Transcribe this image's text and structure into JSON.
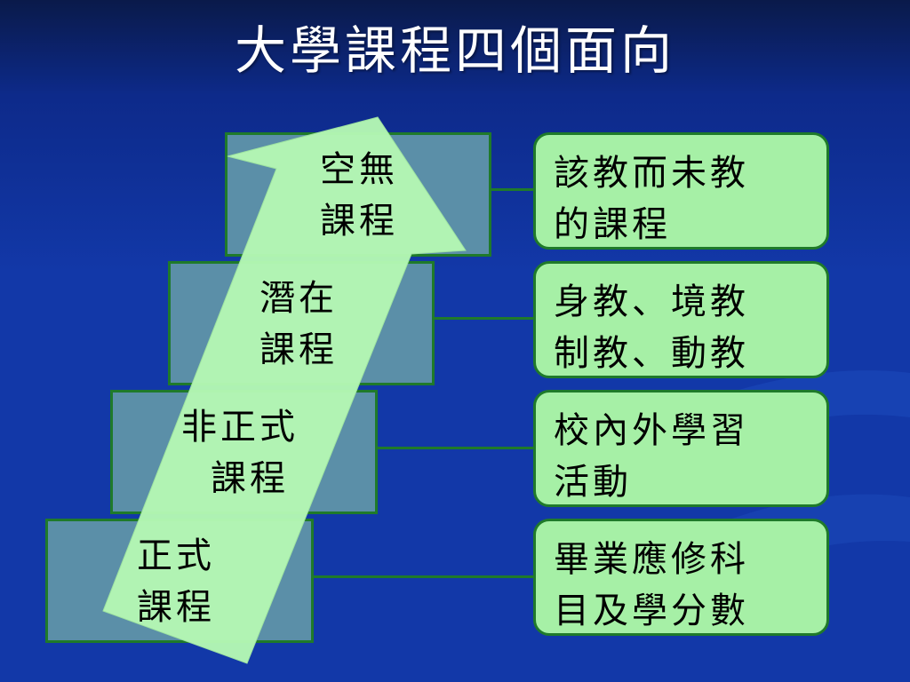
{
  "title": "大學課程四個面向",
  "layers": [
    {
      "id": "null",
      "label_lines": [
        "空無",
        "課程"
      ],
      "description_lines": [
        "該教而未教",
        "的課程"
      ]
    },
    {
      "id": "hidden",
      "label_lines": [
        "潛在",
        "課程"
      ],
      "description_lines": [
        "身教、境教",
        "制教、動教"
      ]
    },
    {
      "id": "informal",
      "label_lines": [
        "非正式",
        "課程"
      ],
      "description_lines": [
        "校內外學習",
        "活動"
      ]
    },
    {
      "id": "formal",
      "label_lines": [
        "正式",
        "課程"
      ],
      "description_lines": [
        "畢業應修科",
        "目及學分數"
      ]
    }
  ],
  "colors": {
    "background": "#1238a8",
    "layer_fill": "#5b8fa8",
    "border_green": "#1f7a2a",
    "desc_fill": "#a6f0a6",
    "arrow_fill": "#b4f7b4",
    "title_text": "#ffffff"
  }
}
